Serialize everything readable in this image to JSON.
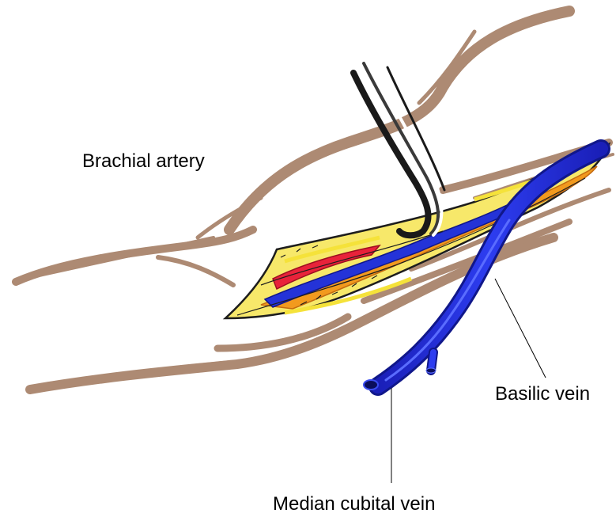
{
  "labels": {
    "brachial_artery": "Brachial artery",
    "basilic_vein": "Basilic vein",
    "median_cubital_vein": "Median cubital vein"
  },
  "colors": {
    "arm_outline": "#ad8a73",
    "artery": "#e8223a",
    "vein": "#1f2fd6",
    "nerve": "#f5e23a",
    "muscle": "#f29a1e",
    "retractor": "#2a2a2a",
    "leader_line": "#000000"
  }
}
